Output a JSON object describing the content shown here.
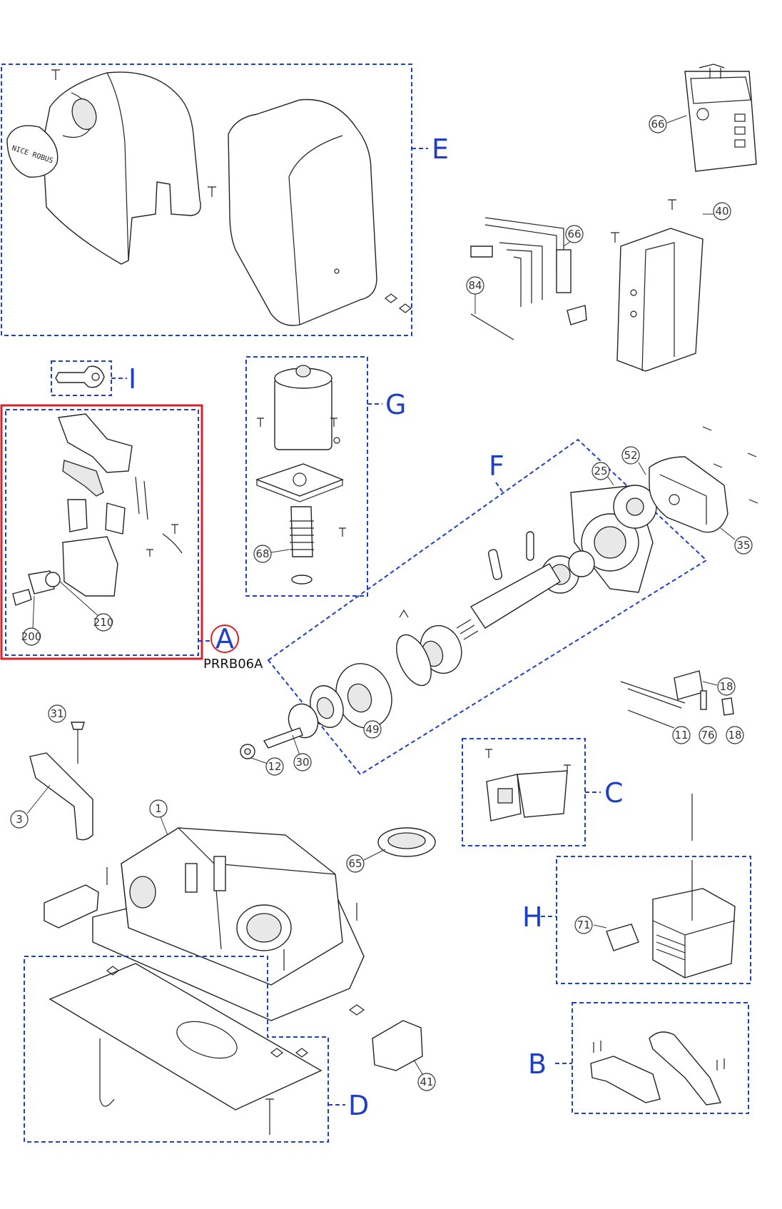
{
  "diagram": {
    "groups": [
      {
        "id": "E",
        "letter": "E"
      },
      {
        "id": "I",
        "letter": "I"
      },
      {
        "id": "G",
        "letter": "G"
      },
      {
        "id": "A",
        "letter": "A",
        "code": "PRRB06A",
        "highlight_color": "#d9232a"
      },
      {
        "id": "F",
        "letter": "F"
      },
      {
        "id": "C",
        "letter": "C"
      },
      {
        "id": "H",
        "letter": "H"
      },
      {
        "id": "B",
        "letter": "B"
      },
      {
        "id": "D",
        "letter": "D"
      }
    ],
    "cover_text": "NICE ROBUS",
    "part_numbers": [
      "66",
      "40",
      "66",
      "84",
      "68",
      "52",
      "25",
      "35",
      "210",
      "200",
      "49",
      "12",
      "30",
      "18",
      "11",
      "76",
      "18",
      "31",
      "3",
      "1",
      "65",
      "71",
      "41"
    ],
    "colors": {
      "group_outline": "#1f3fc4",
      "highlight": "#d9232a",
      "line": "#222222"
    }
  }
}
